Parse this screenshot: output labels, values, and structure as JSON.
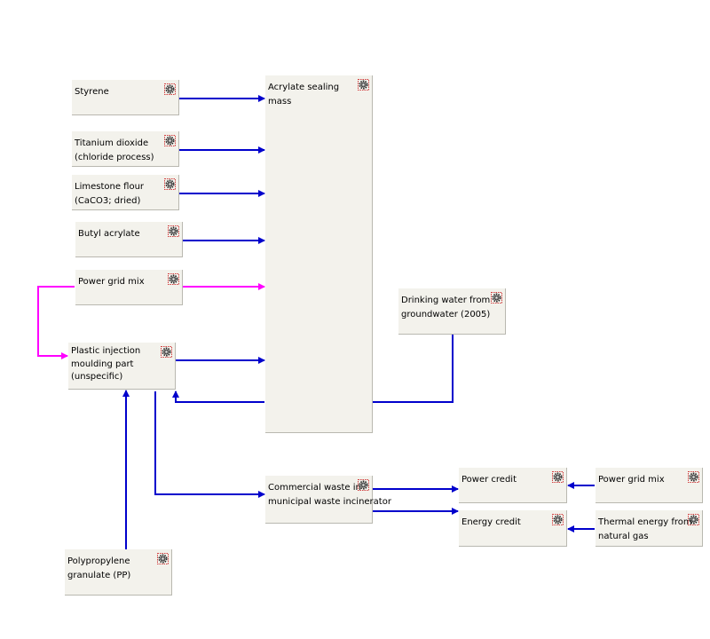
{
  "colors": {
    "flow": "#0000cc",
    "electricity": "#ff00ff",
    "box": "#f3f2ec"
  },
  "icon": "process-gear-icon",
  "nodes": {
    "styrene": "Styrene",
    "titanium": "Titanium dioxide\n(chloride process)",
    "limestone": "Limestone flour\n(CaCO3; dried)",
    "butyl": "Butyl acrylate",
    "power_mix_left": "Power grid mix",
    "plastic": "Plastic injection\nmoulding part\n(unspecific)",
    "polypropylene": "Polypropylene\ngranulate (PP)",
    "acrylate": "Acrylate sealing\nmass",
    "drinking_water": "Drinking water from\ngroundwater (2005)",
    "waste": "Commercial waste in\nmunicipal waste incinerator",
    "power_credit": "Power credit",
    "energy_credit": "Energy credit",
    "power_mix_right": "Power grid mix",
    "thermal": "Thermal energy from\nnatural gas"
  }
}
